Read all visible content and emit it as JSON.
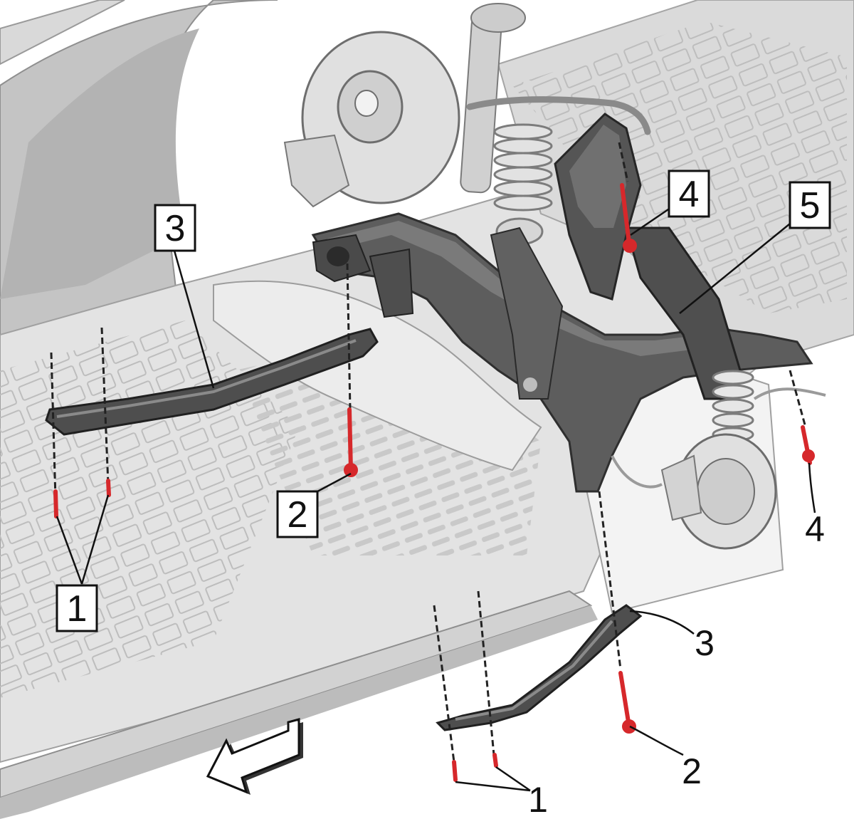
{
  "callouts": {
    "boxed": [
      {
        "text": "3"
      },
      {
        "text": "2"
      },
      {
        "text": "1"
      },
      {
        "text": "4"
      },
      {
        "text": "5"
      }
    ],
    "plain": [
      {
        "text": "4"
      },
      {
        "text": "3"
      },
      {
        "text": "2"
      },
      {
        "text": "1"
      }
    ]
  },
  "colors": {
    "background": "#ffffff",
    "body_light": "#e6e6e6",
    "body_mid": "#cfcfcf",
    "body_dark": "#a8a8a8",
    "frame_dark": "#5b5b5b",
    "frame_shade": "#3f3f3f",
    "bolt_red": "#d6282b",
    "leader": "#111111"
  },
  "icons": {
    "direction_arrow": "front-direction-arrow-icon"
  }
}
